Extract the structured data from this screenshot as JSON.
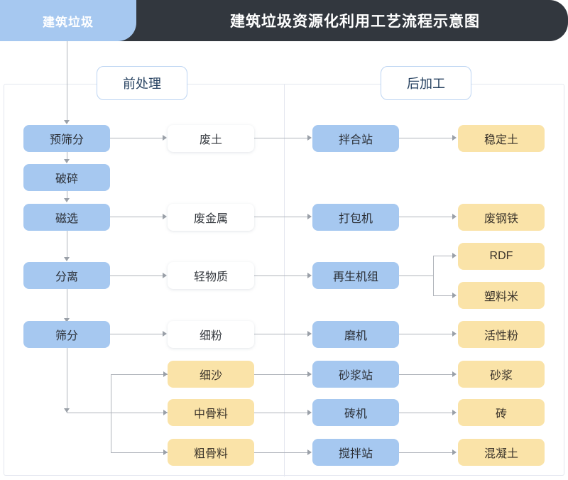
{
  "header": {
    "tab_label": "建筑垃圾",
    "title": "建筑垃圾资源化利用工艺流程示意图",
    "tab_color": "#a6c8f0",
    "bar_color": "#32373e"
  },
  "stages": {
    "pre": "前处理",
    "post": "后加工"
  },
  "colors": {
    "blue": "#a6c8f0",
    "yellow": "#fae3a8",
    "white": "#ffffff",
    "line": "#b0b4bb",
    "frame": "#e3e6ef"
  },
  "columns": {
    "process": [
      {
        "label": "预筛分",
        "type": "blue"
      },
      {
        "label": "破碎",
        "type": "blue"
      },
      {
        "label": "磁选",
        "type": "blue"
      },
      {
        "label": "分离",
        "type": "blue"
      },
      {
        "label": "筛分",
        "type": "blue"
      }
    ],
    "materials": [
      {
        "label": "废土",
        "type": "white"
      },
      {
        "label": "废金属",
        "type": "white"
      },
      {
        "label": "轻物质",
        "type": "white"
      },
      {
        "label": "细粉",
        "type": "white"
      },
      {
        "label": "细沙",
        "type": "yellow"
      },
      {
        "label": "中骨料",
        "type": "yellow"
      },
      {
        "label": "粗骨料",
        "type": "yellow"
      }
    ],
    "equipment": [
      {
        "label": "拌合站",
        "type": "blue"
      },
      {
        "label": "打包机",
        "type": "blue"
      },
      {
        "label": "再生机组",
        "type": "blue"
      },
      {
        "label": "磨机",
        "type": "blue"
      },
      {
        "label": "砂浆站",
        "type": "blue"
      },
      {
        "label": "砖机",
        "type": "blue"
      },
      {
        "label": "搅拌站",
        "type": "blue"
      }
    ],
    "products": [
      {
        "label": "稳定土",
        "type": "yellow"
      },
      {
        "label": "废钢铁",
        "type": "yellow"
      },
      {
        "label": "RDF",
        "type": "yellow"
      },
      {
        "label": "塑料米",
        "type": "yellow"
      },
      {
        "label": "活性粉",
        "type": "yellow"
      },
      {
        "label": "砂浆",
        "type": "yellow"
      },
      {
        "label": "砖",
        "type": "yellow"
      },
      {
        "label": "混凝土",
        "type": "yellow"
      }
    ]
  },
  "flow": {
    "source": "建筑垃圾",
    "edges": [
      "建筑垃圾 → 预筛分",
      "预筛分 → 破碎",
      "预筛分 → 废土",
      "破碎 → 磁选",
      "磁选 → 废金属",
      "磁选 → 分离",
      "分离 → 轻物质",
      "分离 → 筛分",
      "筛分 → 细粉",
      "筛分 → 细沙",
      "筛分 → 中骨料",
      "筛分 → 粗骨料",
      "废土 → 拌合站",
      "废金属 → 打包机",
      "轻物质 → 再生机组",
      "细粉 → 磨机",
      "细沙 → 砂浆站",
      "中骨料 → 砖机",
      "粗骨料 → 搅拌站",
      "拌合站 → 稳定土",
      "打包机 → 废钢铁",
      "再生机组 → RDF",
      "再生机组 → 塑料米",
      "磨机 → 活性粉",
      "砂浆站 → 砂浆",
      "砖机 → 砖",
      "搅拌站 → 混凝土"
    ]
  }
}
